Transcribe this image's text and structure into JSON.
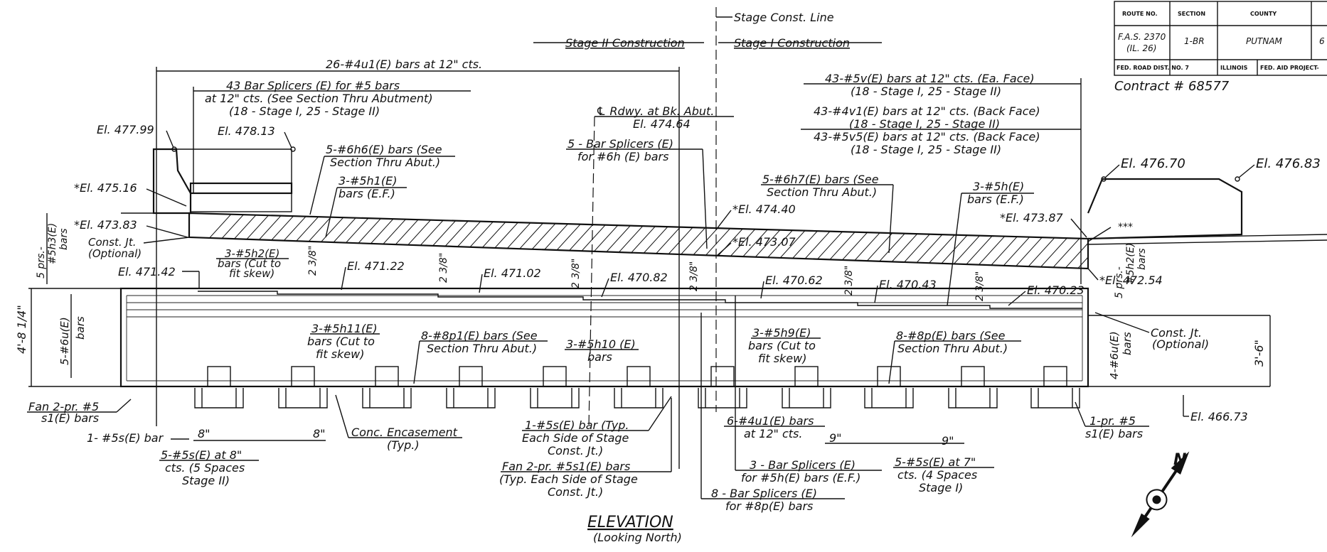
{
  "title_block": {
    "headers": [
      "ROUTE NO.",
      "SECTION",
      "COUNTY"
    ],
    "route": [
      "F.A.S. 2370",
      "(IL. 26)"
    ],
    "section": "1-BR",
    "county": "PUTNAM",
    "sheet_digit": "6",
    "footer": [
      "FED. ROAD DIST. NO. 7",
      "ILLINOIS",
      "FED. AID PROJECT-"
    ],
    "contract": "Contract # 68577"
  },
  "stage": {
    "line": "Stage Const. Line",
    "stage2": "Stage II Construction",
    "stage1": "Stage I Construction"
  },
  "notes": {
    "u1_bars": "26-#4u1(E) bars at 12\" cts.",
    "splicers_1": "43 Bar Splicers (E) for #5 bars",
    "splicers_2": "at 12\" cts. (See Section Thru Abutment)",
    "splicers_3": "(18 - Stage I, 25 - Stage II)",
    "el_477_99": "El. 477.99",
    "el_478_13": "El. 478.13",
    "h6_1": "5-#6h6(E) bars (See",
    "h6_2": "Section Thru Abut.)",
    "h1_1": "3-#5h1(E)",
    "h1_2": "bars (E.F.)",
    "el_475_16": "*El. 475.16",
    "el_473_83": "*El. 473.83",
    "const_jt": "Const. Jt.",
    "optional": "(Optional)",
    "pairs_left_1": "5 prs.-",
    "pairs_left_2": "#5h3(E)",
    "pairs_left_3": "bars",
    "h2_1": "3-#5h2(E)",
    "h2_2": "bars (Cut to",
    "h2_3": "fit skew)",
    "el_471_42": "El. 471.42",
    "el_471_22": "El. 471.22",
    "el_471_02": "El. 471.02",
    "el_470_82": "El. 470.82",
    "el_470_62": "El. 470.62",
    "el_470_43": "El. 470.43",
    "el_470_23": "El. 470.23",
    "dim_238": "2 3/8\"",
    "rdwy_1": "℄ Rdwy. at Bk. Abut.",
    "rdwy_2": "El. 474.64",
    "splicer6_1": "5 - Bar Splicers (E)",
    "splicer6_2": "for #6h (E) bars",
    "v_bars_1": "43-#5v(E) bars at 12\" cts. (Ea. Face)",
    "v_bars_2": "(18 - Stage I, 25 - Stage II)",
    "v1_bars_1": "43-#4v1(E) bars at 12\" cts. (Back Face)",
    "v1_bars_2": "(18 - Stage I, 25 - Stage II)",
    "v5_bars_1": "43-#5v5(E) bars at 12\" cts. (Back Face)",
    "v5_bars_2": "(18 - Stage I, 25 - Stage II)",
    "h7_1": "5-#6h7(E) bars (See",
    "h7_2": "Section Thru Abut.)",
    "h_1": "3-#5h(E)",
    "h_2": "bars (E.F.)",
    "el_474_40": "*El. 474.40",
    "el_473_07": "*El. 473.07",
    "el_473_87": "*El. 473.87",
    "el_476_70": "El. 476.70",
    "el_476_83": "El. 476.83",
    "triple_star": "***",
    "el_472_54": "*El. 472.54",
    "pairs_right_1": "5 prs.-",
    "pairs_right_2": "#5h2(E)",
    "pairs_right_3": "bars",
    "const_jt_r": "Const. Jt.",
    "optional_r": "(Optional)",
    "dim_left": "4'-8 1/4\"",
    "u_left_1": "5-#6u(E)",
    "u_left_2": "bars",
    "u_right_1": "4-#6u(E)",
    "u_right_2": "bars",
    "dim_right": "3'-6\"",
    "h11_1": "3-#5h11(E)",
    "h11_2": "bars (Cut to",
    "h11_3": "fit skew)",
    "p1_1": "8-#8p1(E) bars (See",
    "p1_2": "Section Thru Abut.)",
    "h10_1": "3-#5h10 (E)",
    "h10_2": "bars",
    "h9_1": "3-#5h9(E)",
    "h9_2": "bars (Cut to",
    "h9_3": "fit skew)",
    "p_1": "8-#8p(E) bars (See",
    "p_2": "Section Thru Abut.)",
    "fan_left_1": "Fan 2-pr. #5",
    "fan_left_2": "s1(E) bars",
    "s_bar": "1- #5s(E) bar",
    "dim_8a": "8\"",
    "dim_8b": "8\"",
    "s8_1": "5-#5s(E) at 8\"",
    "s8_2": "cts. (5 Spaces",
    "s8_3": "Stage II)",
    "encase_1": "Conc. Encasement",
    "encase_2": "(Typ.)",
    "s_typ_1": "1-#5s(E) bar (Typ.",
    "s_typ_2": "Each Side of Stage",
    "s_typ_3": "Const. Jt.)",
    "fan_mid_1": "Fan 2-pr. #5s1(E) bars",
    "fan_mid_2": "(Typ. Each Side of Stage",
    "fan_mid_3": "Const. Jt.)",
    "u1_right_1": "6-#4u1(E) bars",
    "u1_right_2": "at 12\" cts.",
    "dim_9a": "9\"",
    "dim_9b": "9\"",
    "splicers_h_1": "3 - Bar Splicers (E)",
    "splicers_h_2": "for #5h(E) bars (E.F.)",
    "s7_1": "5-#5s(E) at 7\"",
    "s7_2": "cts. (4 Spaces",
    "s7_3": "Stage I)",
    "splicers_p_1": "8 - Bar Splicers (E)",
    "splicers_p_2": "for #8p(E) bars",
    "fan_right_1": "1-pr. #5",
    "fan_right_2": "s1(E) bars",
    "el_466_73": "El. 466.73"
  },
  "view_title": "ELEVATION",
  "view_subtitle": "(Looking North)",
  "north_label": "N"
}
